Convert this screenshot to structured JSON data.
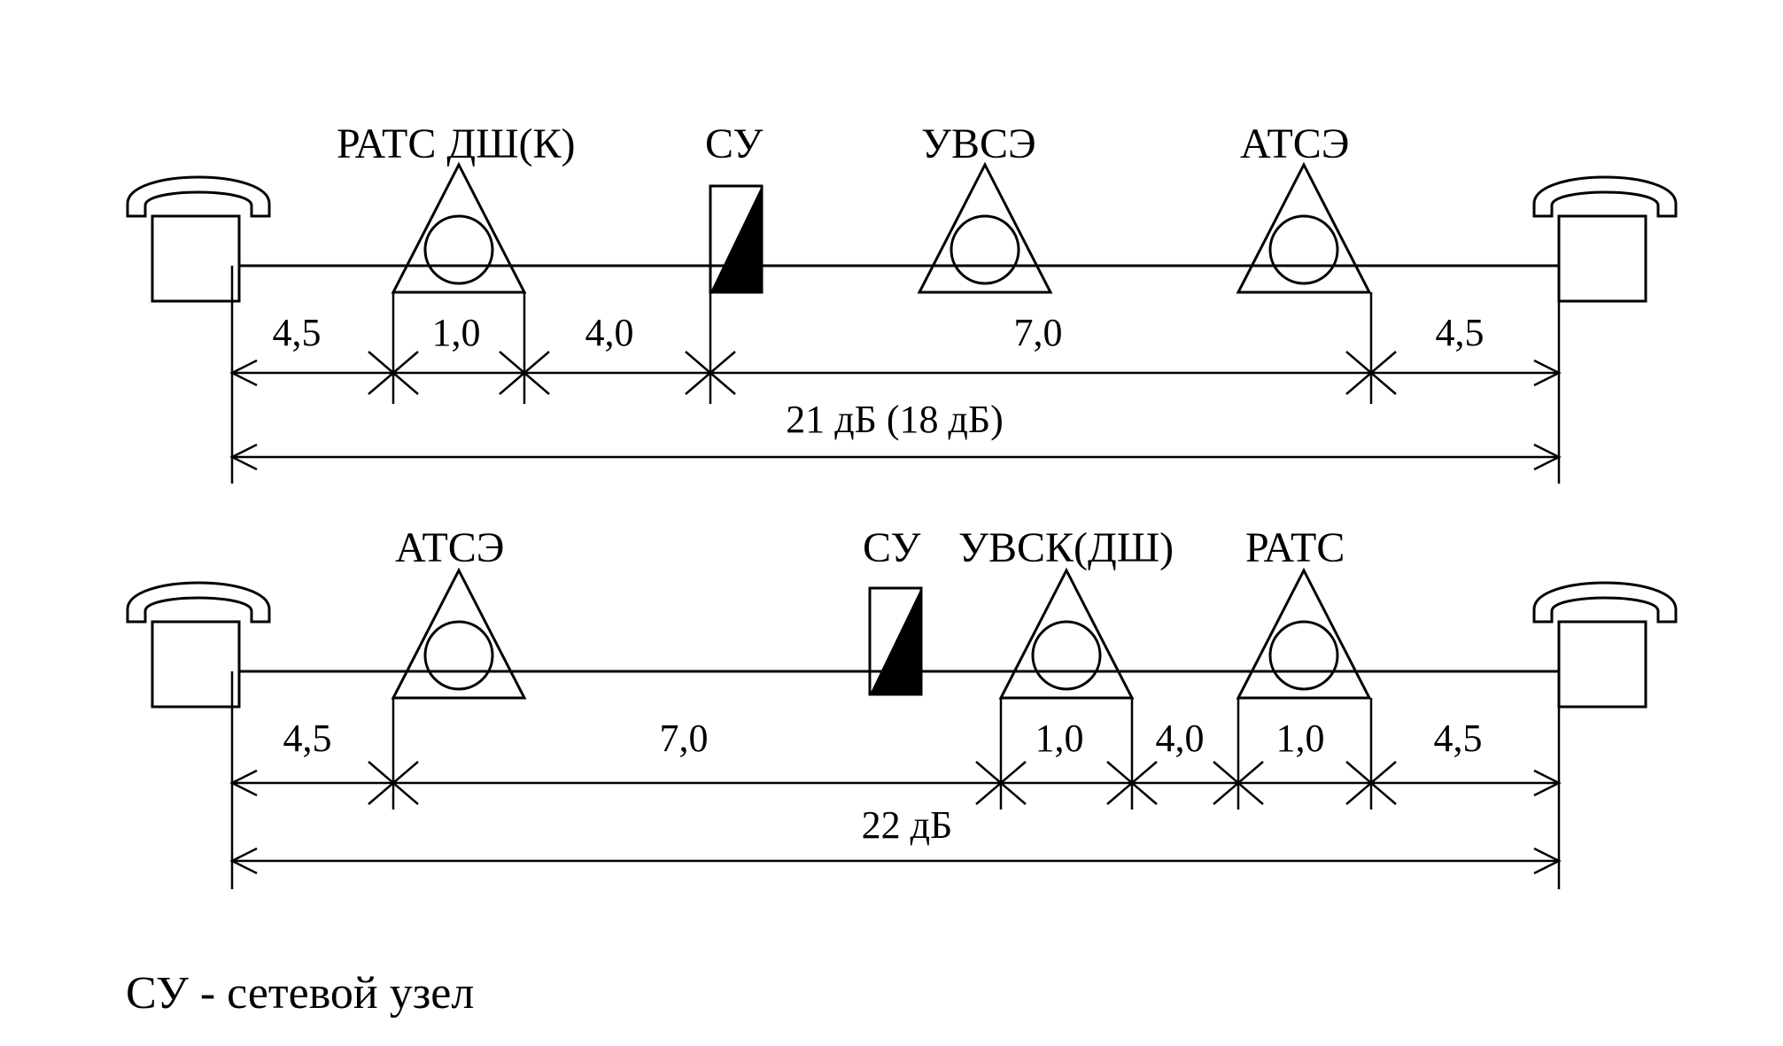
{
  "diagram_1": {
    "labels": {
      "rats": "РАТС ДШ(К)",
      "su": "СУ",
      "uvse": "УВСЭ",
      "atse": "АТСЭ"
    },
    "segments": [
      "4,5",
      "1,0",
      "4,0",
      "7,0",
      "4,5"
    ],
    "total": "21 дБ (18 дБ)"
  },
  "diagram_2": {
    "labels": {
      "atse": "АТСЭ",
      "su": "СУ",
      "uvsk": "УВСК(ДШ)",
      "rats": "РАТС"
    },
    "segments": [
      "4,5",
      "7,0",
      "1,0",
      "4,0",
      "1,0",
      "4,5"
    ],
    "total": "22 дБ"
  },
  "legend": "СУ - сетевой узел"
}
